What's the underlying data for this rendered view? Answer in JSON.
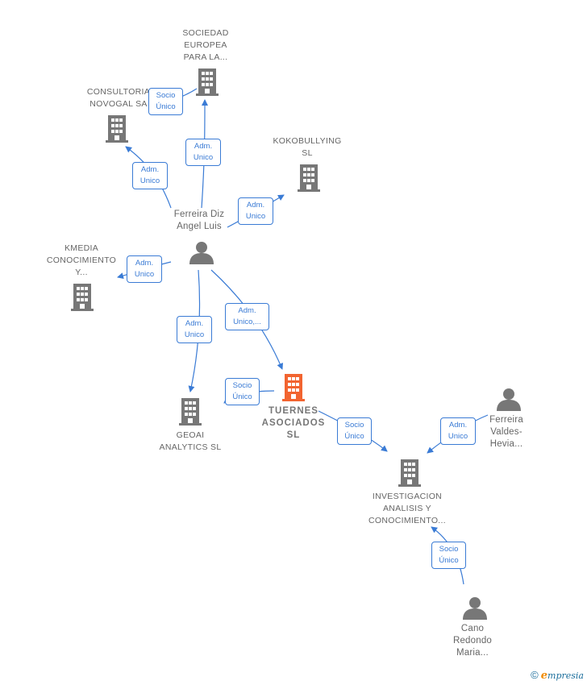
{
  "nodes": {
    "sociedad_europea": {
      "label": "SOCIEDAD\nEUROPEA\nPARA LA...",
      "type": "company"
    },
    "consultoria_novogal": {
      "label": "CONSULTORIA\nNOVOGAL SA",
      "type": "company"
    },
    "kokobullying": {
      "label": "KOKOBULLYING\nSL",
      "type": "company"
    },
    "ferreira_diz": {
      "label": "Ferreira Diz\nAngel Luis",
      "type": "person"
    },
    "kmedia": {
      "label": "KMEDIA\nCONOCIMIENTO\nY...",
      "type": "company"
    },
    "geoai": {
      "label": "GEOAI\nANALYTICS  SL",
      "type": "company"
    },
    "tuernes": {
      "label": "TUERNES\nASOCIADOS\nSL",
      "type": "company-focus"
    },
    "ferreira_valdes": {
      "label": "Ferreira\nValdes-\nHevia...",
      "type": "person"
    },
    "investigacion": {
      "label": "INVESTIGACION\nANALISIS Y\nCONOCIMIENTO...",
      "type": "company"
    },
    "cano_redondo": {
      "label": "Cano\nRedondo\nMaria...",
      "type": "person"
    }
  },
  "relations": {
    "r1": "Socio\nÚnico",
    "r2": "Adm.\nUnico",
    "r3": "Adm.\nUnico",
    "r4": "Adm.\nUnico",
    "r5": "Adm.\nUnico",
    "r6": "Adm.\nUnico",
    "r7": "Adm.\nUnico,...",
    "r8": "Socio\nÚnico",
    "r9": "Socio\nÚnico",
    "r10": "Adm.\nUnico",
    "r11": "Socio\nÚnico"
  },
  "colors": {
    "edge": "#3a7bd5",
    "building": "#777777",
    "focus_building": "#f26430",
    "person": "#777777"
  },
  "icons": {
    "company": "building-icon",
    "person": "person-icon"
  },
  "brand": {
    "copyright": "©",
    "initial": "e",
    "name": "mpresia"
  }
}
